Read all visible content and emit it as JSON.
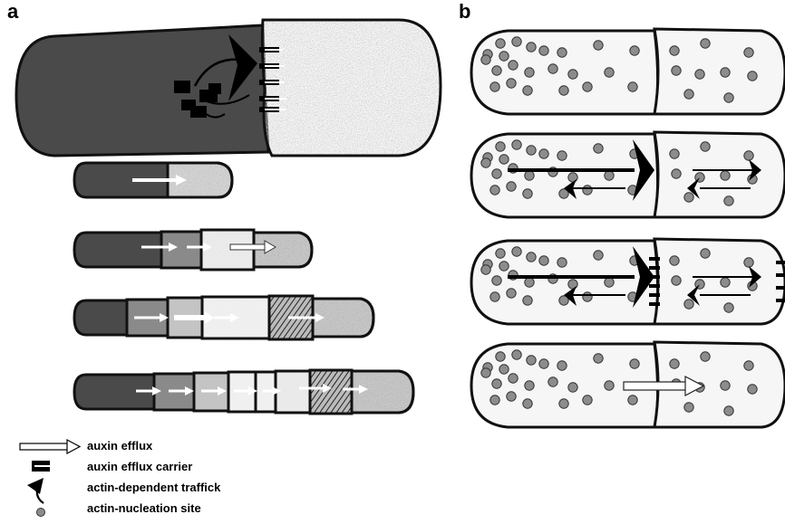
{
  "panels": {
    "a": {
      "label": "a"
    },
    "b": {
      "label": "b"
    }
  },
  "legend": [
    {
      "icon": "auxin-efflux-arrow-icon",
      "label": "auxin efflux"
    },
    {
      "icon": "auxin-efflux-carrier-icon",
      "label": "auxin efflux carrier"
    },
    {
      "icon": "actin-dependent-traffick-icon",
      "label": "actin-dependent traffick"
    },
    {
      "icon": "actin-nucleation-site-icon",
      "label": "actin-nucleation site"
    }
  ],
  "colors": {
    "dark_cell": "#4a4a4a",
    "mid_cell": "#8a8a8a",
    "light_cell": "#c4c4c4",
    "speckle_light": "#e6e6e6",
    "outline": "#111111",
    "nucleation_dot": "#8c8c8c",
    "b_cell_fill": "#f6f6f6"
  }
}
